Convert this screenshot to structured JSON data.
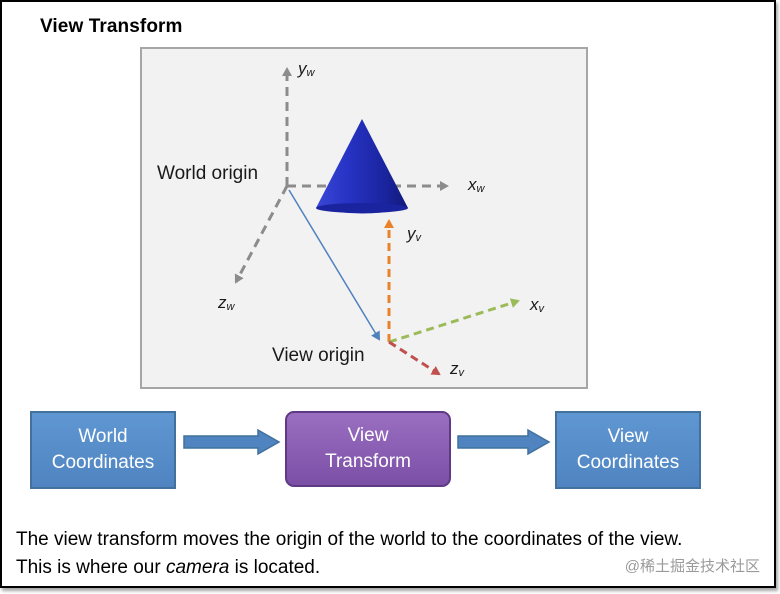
{
  "title": "View Transform",
  "scene": {
    "world_origin_label": "World origin",
    "view_origin_label": "View origin",
    "world_axes": {
      "y": "y",
      "y_sub": "w",
      "x": "x",
      "x_sub": "w",
      "z": "z",
      "z_sub": "w"
    },
    "view_axes": {
      "y": "y",
      "y_sub": "v",
      "x": "x",
      "x_sub": "v",
      "z": "z",
      "z_sub": "v"
    },
    "colors": {
      "world_axis": "#8c8c8c",
      "view_y": "#e8832a",
      "view_x": "#9bbb59",
      "view_z": "#c0504d",
      "link": "#4f81bd",
      "cone": "#1f2bb0"
    }
  },
  "flow": {
    "world_coordinates": "World\nCoordinates",
    "view_transform": "View\nTransform",
    "view_coordinates": "View\nCoordinates",
    "box_color": "#4f84c1",
    "transform_color": "#8a5db5"
  },
  "caption": {
    "line1": "The view transform moves the origin of the world to the coordinates of the view.",
    "line2_before": "This is where our ",
    "line2_em": "camera",
    "line2_after": " is located."
  },
  "watermark": "@稀土掘金技术社区"
}
